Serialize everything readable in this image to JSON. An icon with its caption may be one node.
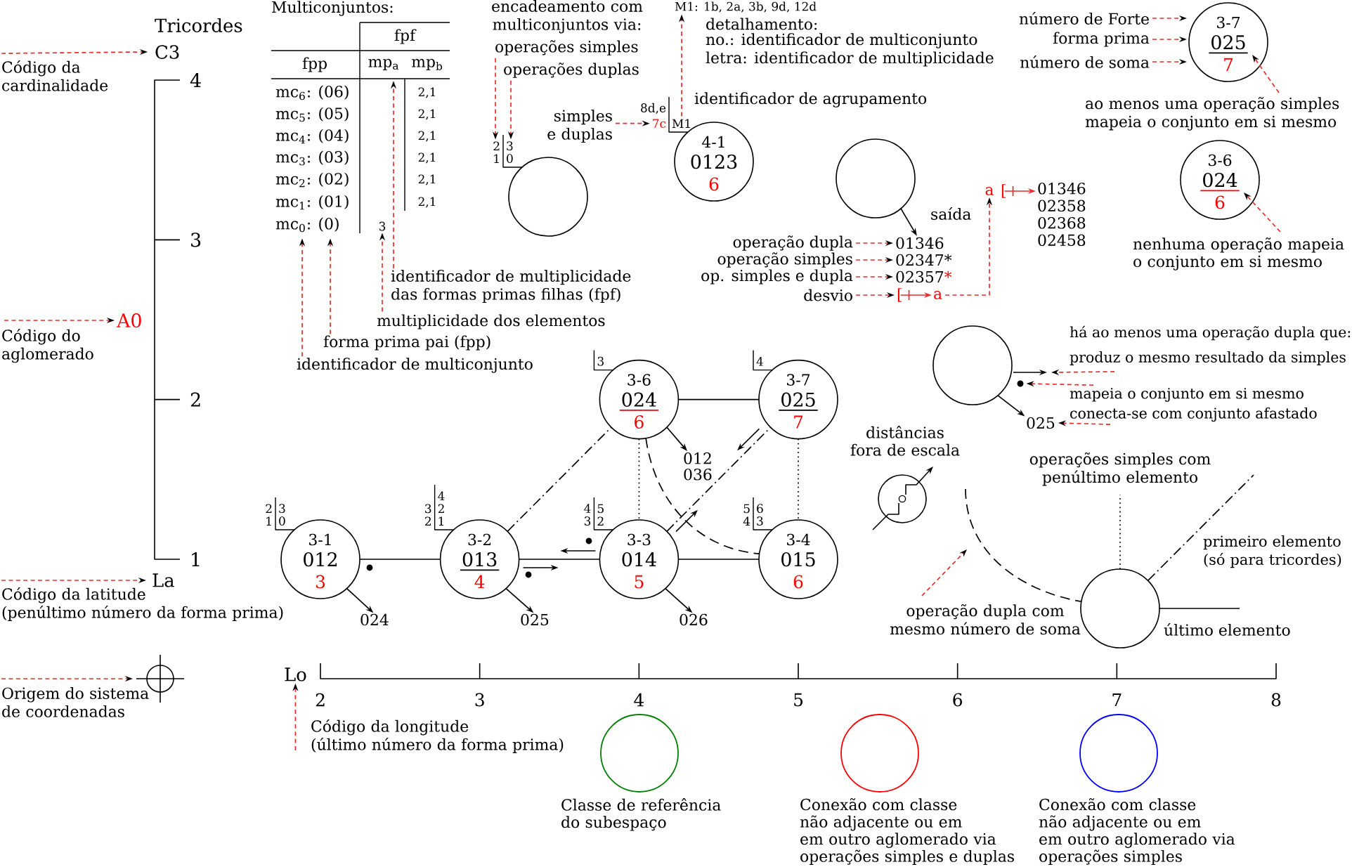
{
  "diagram": {
    "nodes": [
      {
        "text": [
          "Código da cardinalidade"
        ]
      },
      {
        "text": [
          "Tricordes C3"
        ]
      },
      {
        "text": [
          "Código do aglomerado"
        ]
      },
      {
        "text": [
          "A0"
        ]
      },
      {
        "text": [
          "Código da latitude (penúltimo número da forma prima)"
        ]
      },
      {
        "text": [
          "La"
        ]
      },
      {
        "text": [
          "Origem do sistema de coordenadas"
        ]
      },
      {
        "text": [],
        "shape": "crosshair"
      },
      {
        "text": [
          "Código da longitude (último número da forma prima)"
        ]
      },
      {
        "text": [
          "Lo"
        ]
      },
      {
        "text": [
          "mp$_{a}$"
        ]
      },
      {
        "text": [
          "mc$_{0}$: (0)"
        ]
      },
      {
        "text": [
          "3"
        ]
      },
      {
        "text": [
          "identificador de multiplicidade das formas primas filhas (fpf)"
        ]
      },
      {
        "text": [
          "multiplicidade dos elementos"
        ]
      },
      {
        "text": [
          "forma prima pai (fpp)"
        ]
      },
      {
        "text": [
          "identificador de multiconjunto"
        ]
      },
      {
        "text": [
          "operações simples"
        ]
      },
      {
        "text": [
          "operações duplas"
        ]
      },
      {
        "text": [],
        "shape": "circle",
        "beside": [
          "2 1",
          "3 0"
        ]
      },
      {
        "text": [
          "simples e duplas"
        ]
      },
      {
        "text": [
          "4-1",
          "0123",
          "6"
        ],
        "beside": [
          "8d,e",
          "7c",
          "M1"
        ]
      },
      {
        "text": [
          "M1: 1b, 2a, 3b, 9d, 12d"
        ]
      },
      {
        "text": [],
        "shape": "circle"
      },
      {
        "text": [
          "operação dupla"
        ]
      },
      {
        "text": [
          "operação simples"
        ]
      },
      {
        "text": [
          "op. simples e dupla"
        ]
      },
      {
        "text": [
          "desvio"
        ]
      },
      {
        "text": [
          "01346"
        ]
      },
      {
        "text": [
          "02347*"
        ]
      },
      {
        "text": [
          "02357",
          "*"
        ]
      },
      {
        "text": [
          "["
        ]
      },
      {
        "text": [
          "a"
        ]
      },
      {
        "text": [
          "a"
        ]
      },
      {
        "text": [
          "["
        ]
      },
      {
        "text": [
          "01346 02358 02368 02458"
        ]
      },
      {
        "text": [
          "número de Forte"
        ]
      },
      {
        "text": [
          "forma prima"
        ]
      },
      {
        "text": [
          "número de soma"
        ]
      },
      {
        "text": [
          "3-7",
          "025",
          "7"
        ]
      },
      {
        "text": [
          "ao menos uma operação simples mapeia o conjunto em si mesmo"
        ]
      },
      {
        "text": [
          "3-6",
          "024",
          "6"
        ]
      },
      {
        "text": [
          "nenhuma operação mapeia o conjunto em si mesmo"
        ]
      },
      {
        "text": [],
        "shape": "circle"
      },
      {
        "text": [
          "025"
        ]
      },
      {
        "text": [],
        "shape": "dot"
      },
      {
        "text": [
          "produz o mesmo resultado da simples"
        ]
      },
      {
        "text": [
          "mapeia o conjunto em si mesmo"
        ]
      },
      {
        "text": [
          "conecta-se com conjunto afastado"
        ]
      },
      {
        "text": [
          "3-6",
          "024",
          "6"
        ],
        "beside": [
          "3"
        ]
      },
      {
        "text": [
          "3-7",
          "025",
          "7"
        ],
        "beside": [
          "4"
        ]
      },
      {
        "text": [
          "012 036"
        ]
      },
      {
        "text": [
          "3-1",
          "012",
          "3"
        ],
        "beside": [
          "2 1",
          "3 0"
        ]
      },
      {
        "text": [
          "3-2",
          "013",
          "4"
        ],
        "beside": [
          "3 2",
          "4 2 1"
        ]
      },
      {
        "text": [
          "3-3",
          "014",
          "5"
        ],
        "beside": [
          "4 3",
          "5 2"
        ]
      },
      {
        "text": [
          "3-4",
          "015",
          "6"
        ],
        "beside": [
          "5 4",
          "6 3"
        ]
      },
      {
        "text": [
          "024"
        ]
      },
      {
        "text": [
          "025"
        ]
      },
      {
        "text": [
          "026"
        ]
      },
      {
        "text": [
          "operação dupla com mesmo número de soma"
        ]
      },
      {
        "text": [],
        "shape": "circle"
      }
    ],
    "edges": [
      {
        "from": 0,
        "to": 1,
        "arrow": "to",
        "style": "dashed"
      },
      {
        "from": 2,
        "to": 3,
        "arrow": "to",
        "style": "dashed"
      },
      {
        "from": 4,
        "to": 5,
        "arrow": "to",
        "style": "dashed"
      },
      {
        "from": 6,
        "to": 7,
        "arrow": "to",
        "style": "dashed"
      },
      {
        "from": 8,
        "to": 9,
        "arrow": "to",
        "style": "dashed"
      },
      {
        "from": 13,
        "to": 10,
        "arrow": "to",
        "style": "dashed"
      },
      {
        "from": 14,
        "to": 12,
        "arrow": "to",
        "style": "dashed"
      },
      {
        "from": 15,
        "to": 11,
        "arrow": "to",
        "style": "dashed"
      },
      {
        "from": 16,
        "to": 11,
        "arrow": "to",
        "style": "dashed"
      },
      {
        "from": 17,
        "to": 19,
        "arrow": "to",
        "style": "dashed"
      },
      {
        "from": 18,
        "to": 19,
        "arrow": "to",
        "style": "dashed"
      },
      {
        "from": 20,
        "to": 21,
        "arrow": "to",
        "style": "dashed"
      },
      {
        "from": 21,
        "to": 22,
        "arrow": "to",
        "style": "dashed",
        "label": "identificador de agrupamento"
      },
      {
        "from": 23,
        "to": 28,
        "arrow": "to",
        "label": "saída",
        "color": "#000000"
      },
      {
        "from": 24,
        "to": 28,
        "arrow": "to",
        "style": "dashed"
      },
      {
        "from": 25,
        "to": 29,
        "arrow": "to",
        "style": "dashed"
      },
      {
        "from": 26,
        "to": 30,
        "arrow": "to",
        "style": "dashed"
      },
      {
        "from": 27,
        "to": 31,
        "arrow": "to",
        "style": "dashed"
      },
      {
        "from": 31,
        "to": 32,
        "arrow": "to"
      },
      {
        "from": 32,
        "to": 33,
        "arrow": "to",
        "style": "dashed"
      },
      {
        "from": 34,
        "to": 35,
        "arrow": "to"
      },
      {
        "from": 36,
        "to": 39,
        "arrow": "to",
        "style": "dashed"
      },
      {
        "from": 37,
        "to": 39,
        "arrow": "to",
        "style": "dashed"
      },
      {
        "from": 38,
        "to": 39,
        "arrow": "to",
        "style": "dashed"
      },
      {
        "from": 40,
        "to": 39,
        "arrow": "to",
        "style": "dashed"
      },
      {
        "from": 42,
        "to": 41,
        "arrow": "to",
        "style": "dashed"
      },
      {
        "from": 43,
        "to": 44,
        "arrow": "to",
        "color": "#000000"
      },
      {
        "from": 46,
        "to": null,
        "arrow": "to",
        "style": "dashed"
      },
      {
        "from": 47,
        "to": 45,
        "arrow": "to",
        "style": "dashed"
      },
      {
        "from": 48,
        "to": 44,
        "arrow": "to",
        "style": "dashed"
      },
      {
        "from": 52,
        "to": 53,
        "arrow": "none",
        "color": "#000000"
      },
      {
        "from": 53,
        "to": 54,
        "arrow": "none",
        "color": "#000000"
      },
      {
        "from": 54,
        "to": 55,
        "arrow": "none",
        "color": "#000000"
      },
      {
        "from": 49,
        "to": 50,
        "arrow": "none",
        "color": "#000000"
      },
      {
        "from": 53,
        "to": 49,
        "arrow": "none",
        "style": "dashed",
        "color": "#000000"
      },
      {
        "from": 54,
        "to": 50,
        "arrow": "none",
        "style": "dashed",
        "color": "#000000"
      },
      {
        "from": 49,
        "to": 54,
        "arrow": "none",
        "style": "dashed",
        "color": "#000000"
      },
      {
        "from": 50,
        "to": 55,
        "arrow": "none",
        "style": "dashed",
        "color": "#000000"
      },
      {
        "from": 49,
        "to": 55,
        "arrow": "none",
        "style": "dashed",
        "color": "#000000"
      },
      {
        "from": 52,
        "to": 56,
        "arrow": "to",
        "color": "#000000"
      },
      {
        "from": 53,
        "to": 57,
        "arrow": "to",
        "color": "#000000"
      },
      {
        "from": 54,
        "to": 58,
        "arrow": "to",
        "color": "#000000"
      },
      {
        "from": 49,
        "to": 51,
        "arrow": "to",
        "color": "#000000"
      },
      {
        "from": 60,
        "to": null,
        "arrow": "none",
        "style": "dashed",
        "color": "#000000",
        "label": "operações simples com penúltimo elemento"
      },
      {
        "from": 60,
        "to": null,
        "arrow": "none",
        "style": "dashed",
        "color": "#000000",
        "label": "primeiro elemento (só para tricordes)"
      },
      {
        "from": 60,
        "to": null,
        "arrow": "none",
        "color": "#000000",
        "label": "último elemento"
      },
      {
        "from": null,
        "to": 60,
        "arrow": "none",
        "style": "dashed",
        "color": "#000000"
      },
      {
        "from": 59,
        "to": null,
        "arrow": "to",
        "style": "dashed"
      }
    ],
    "labels": [
      "Multiconjuntos:",
      "fpf",
      "fpp",
      "mp$_{b}$",
      "mc$_{6}$: (06)",
      "2,1",
      "mc$_{5}$: (05)",
      "2,1",
      "mc$_{4}$: (04)",
      "2,1",
      "mc$_{3}$: (03)",
      "2,1",
      "mc$_{2}$: (02)",
      "2,1",
      "mc$_{1}$: (01)",
      "2,1",
      "encadeamento com multiconjuntos via:",
      "detalhamento:",
      "no.: identificador de multiconjunto",
      "letra: identificador de multiplicidade",
      "há ao menos uma operação dupla que:",
      "distâncias fora de escala",
      "4",
      "3",
      "2",
      "1",
      "2",
      "3",
      "4",
      "5",
      "6",
      "7",
      "8"
    ],
    "legend": [
      {
        "text": "Classe de referência do subespaço",
        "color": "#008000"
      },
      {
        "text": "Conexão com classe não adjacente ou em em outro aglomerado via operações simples e duplas",
        "color": "#ff0000"
      },
      {
        "text": "Conexão com classe não adjacente ou em em outro aglomerado via operações simples",
        "color": "#0000ff"
      }
    ]
  }
}
